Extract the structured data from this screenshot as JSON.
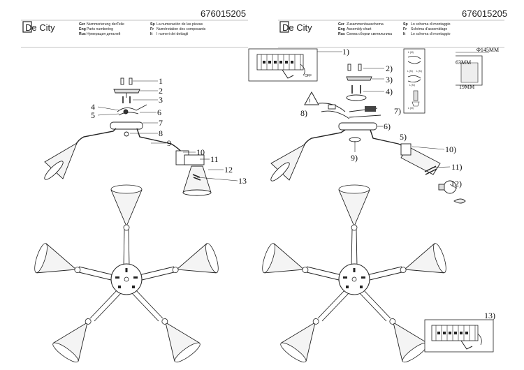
{
  "left_page": {
    "logo_text": "De City",
    "article_number": "676015205",
    "titles": {
      "ger_code": "Ger",
      "ger": "Nummerierung derTeile",
      "eng_code": "Eng",
      "eng": "Parts numbering",
      "rus_code": "Rus",
      "rus": "Нумерация деталей",
      "sp_code": "Sp",
      "sp": "La numeración de las piezas",
      "fr_code": "Fr",
      "fr": "Numérotation des composants",
      "it_code": "It",
      "it": "I numeri dei dettagli"
    },
    "callouts": [
      "1",
      "2",
      "3",
      "4",
      "5",
      "6",
      "7",
      "8",
      "9",
      "10",
      "11",
      "12",
      "13"
    ]
  },
  "right_page": {
    "logo_text": "De City",
    "article_number": "676015205",
    "titles": {
      "ger_code": "Ger",
      "ger": "Zusammenbauschema",
      "eng_code": "Eng",
      "eng": "Assembly chart",
      "rus_code": "Rus",
      "rus": "Схема сборки светильника",
      "sp_code": "Sp",
      "sp": "Lo schema di montaggio",
      "fr_code": "Fr",
      "fr": "Schéma d'assemblage",
      "it_code": "It",
      "it": "Lo schema di montaggio"
    },
    "steps": [
      "1)",
      "2)",
      "3)",
      "4)",
      "5)",
      "6)",
      "7)",
      "8)",
      "9)",
      "10)",
      "11)",
      "12)",
      "13)"
    ],
    "dimensions": {
      "diameter": "Φ145MM",
      "height": "63MM",
      "depth": "19MM"
    },
    "wiring_labels": [
      "L (N)",
      "L (N)",
      "L (N)",
      "L (N)",
      "L (N)"
    ],
    "switch_off": "OFF"
  },
  "colors": {
    "line": "#222222",
    "shade_fill": "#f2f2f2",
    "rule": "#888888"
  }
}
